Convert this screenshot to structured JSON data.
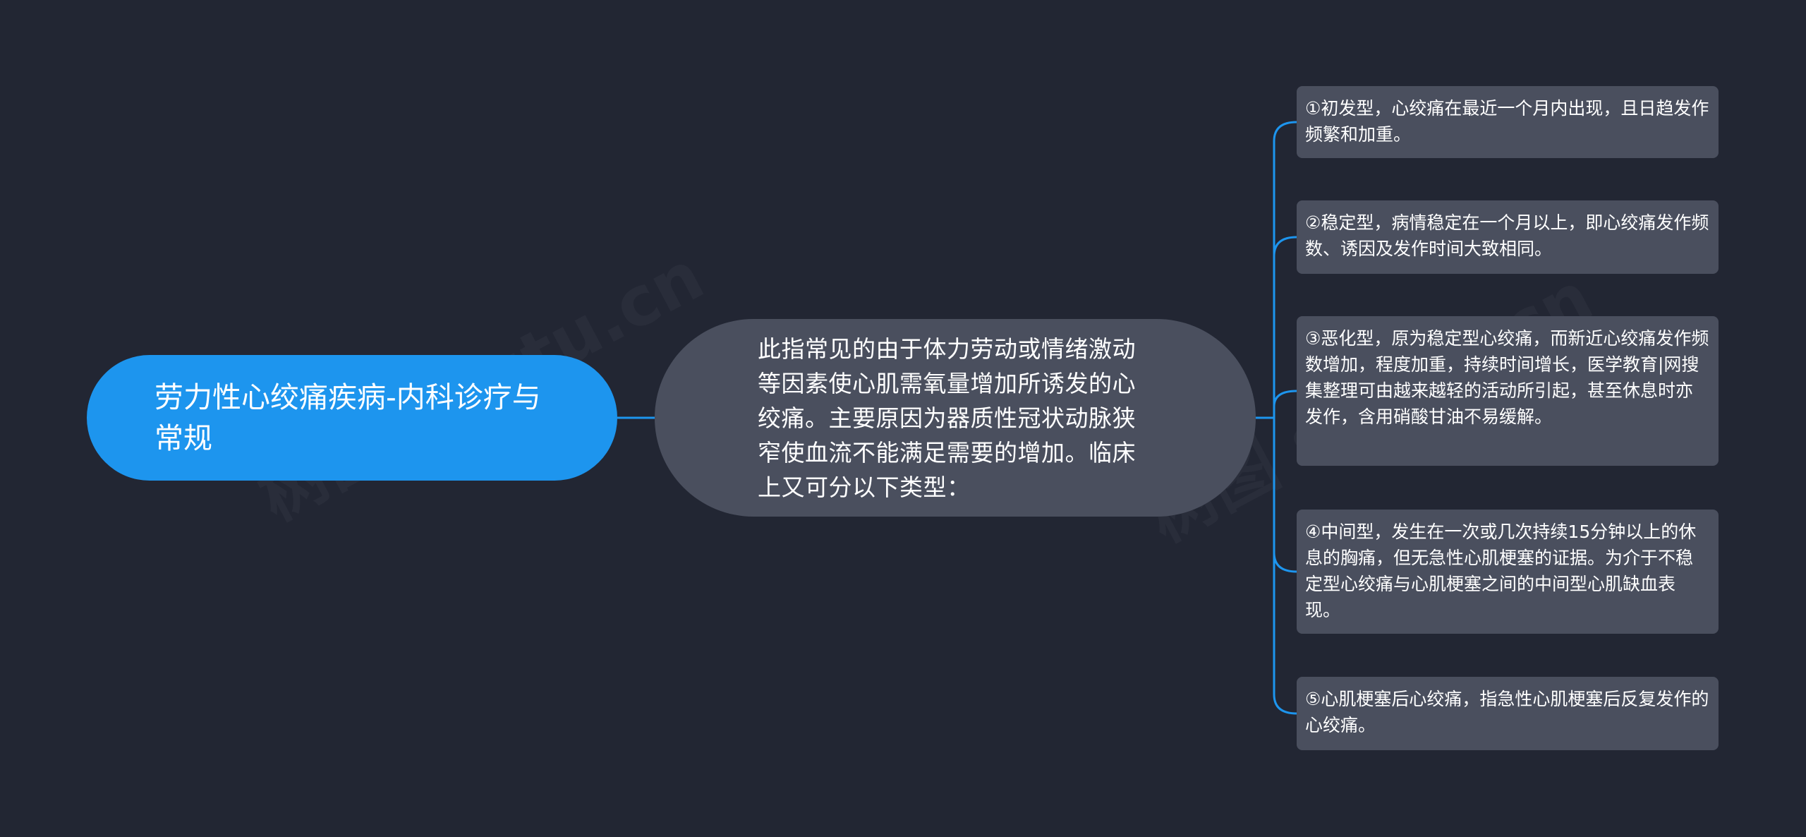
{
  "colors": {
    "background": "#222633",
    "root_fill": "#1d95ee",
    "node_fill": "#4a4f5e",
    "connector": "#1d95ee",
    "text": "#ffffff"
  },
  "root": {
    "text": "劳力性心绞痛疾病-内科诊疗与常规"
  },
  "main": {
    "text": "此指常见的由于体力劳动或情绪激动等因素使心肌需氧量增加所诱发的心绞痛。主要原因为器质性冠状动脉狭窄使血流不能满足需要的增加。临床上又可分以下类型："
  },
  "leaves": [
    {
      "text": "①初发型，心绞痛在最近一个月内出现，且日趋发作频繁和加重。"
    },
    {
      "text": "②稳定型，病情稳定在一个月以上，即心绞痛发作频数、诱因及发作时间大致相同。"
    },
    {
      "text": "③恶化型，原为稳定型心绞痛，而新近心绞痛发作频数增加，程度加重，持续时间增长，医学教育|网搜集整理可由越来越轻的活动所引起，甚至休息时亦发作，含用硝酸甘油不易缓解。"
    },
    {
      "text": "④中间型，发生在一次或几次持续15分钟以上的休息的胸痛，但无急性心肌梗塞的证据。为介于不稳定型心绞痛与心肌梗塞之间的中间型心肌缺血表现。"
    },
    {
      "text": "⑤心肌梗塞后心绞痛，指急性心肌梗塞后反复发作的心绞痛。"
    }
  ],
  "watermarks": [
    "树图 shutu.cn",
    "树图 shutu.cn"
  ]
}
